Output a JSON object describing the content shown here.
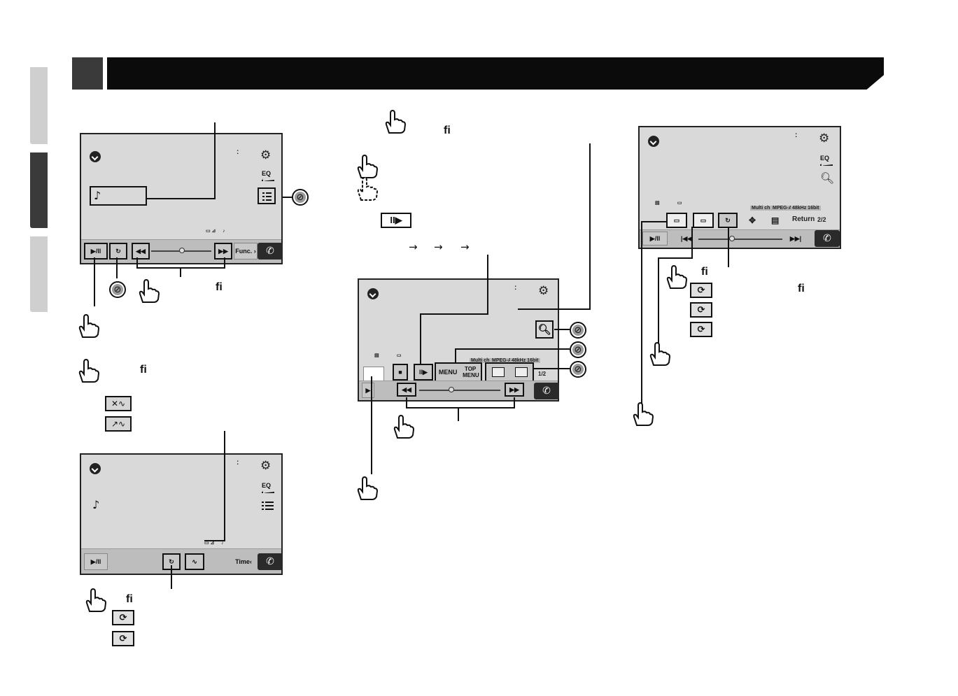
{
  "header": {
    "band_color": "#0b0b0b",
    "square_color": "#3a3a3a"
  },
  "side_tabs": {
    "light_color": "#cfcfcf",
    "dark_color": "#3a3a3a"
  },
  "ligature": "fi",
  "screen1": {
    "func_label": "Func.",
    "icons": [
      "collapse-icon",
      "settings-icon",
      "eq-icon",
      "list-icon",
      "music-note-icon",
      "play-pause-icon",
      "repeat-icon",
      "rewind-icon",
      "fast-forward-icon",
      "phone-icon"
    ]
  },
  "screen2": {
    "time_label": "Time",
    "icons": [
      "collapse-icon",
      "settings-icon",
      "eq-icon",
      "list-icon",
      "music-note-icon",
      "play-pause-icon",
      "repeat-icon",
      "shuffle-icon",
      "phone-icon"
    ]
  },
  "screen3": {
    "menu_label": "MENU",
    "top_menu_label": "TOP MENU",
    "info_multi": "Multi ch",
    "info_codec": "MPEG-A",
    "info_rate": "48kHz 16bit",
    "page_label": "1/2",
    "icons": [
      "collapse-icon",
      "settings-icon",
      "search-icon",
      "stop-icon",
      "slow-play-icon",
      "rewind-icon",
      "fast-forward-icon",
      "phone-icon"
    ]
  },
  "screen4": {
    "info_multi": "Multi ch",
    "info_codec": "MPEG-A",
    "info_rate": "48kHz 16bit",
    "return_label": "Return",
    "page_label": "2/2",
    "icons": [
      "collapse-icon",
      "settings-icon",
      "eq-icon",
      "search-icon",
      "repeat-icon",
      "prev-track-icon",
      "next-track-icon",
      "phone-icon"
    ]
  }
}
